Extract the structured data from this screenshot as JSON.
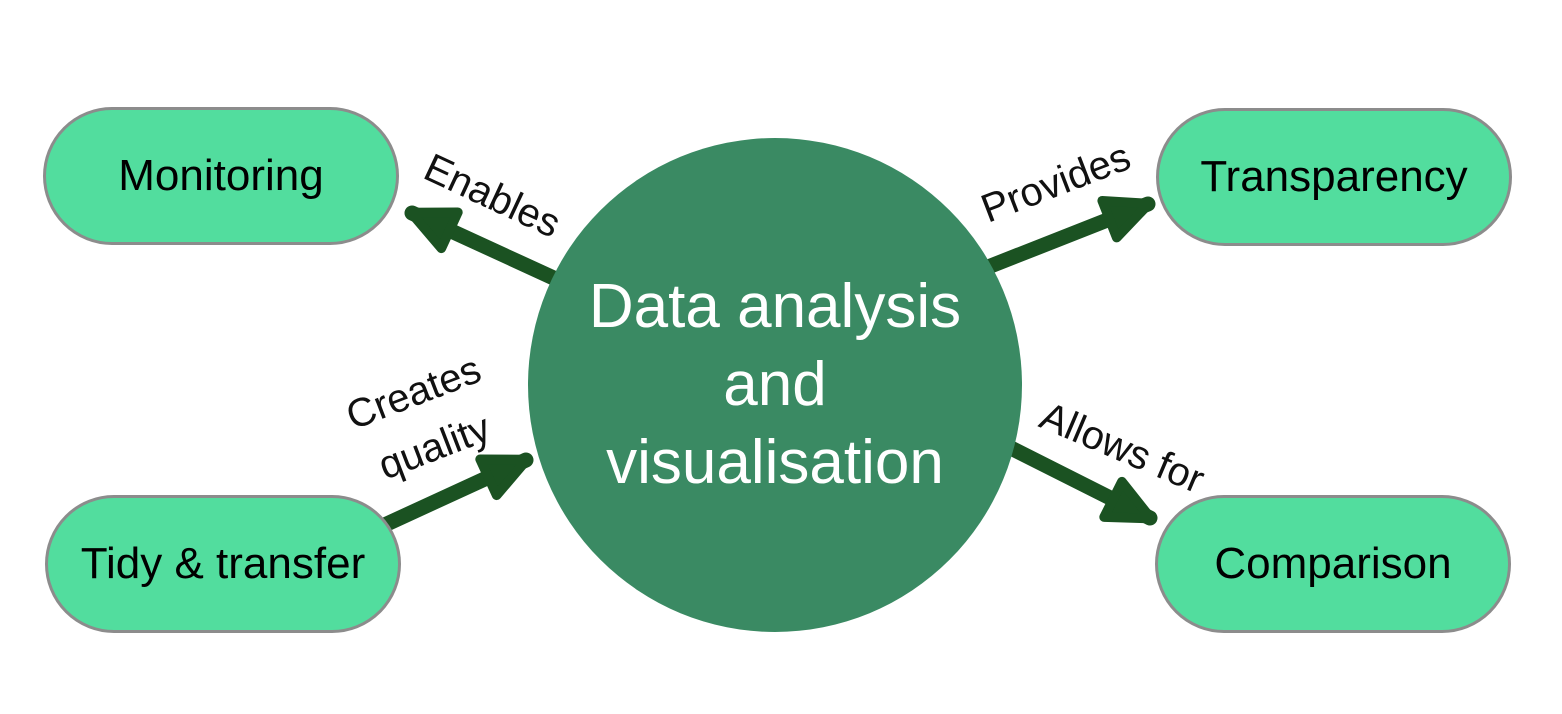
{
  "diagram": {
    "center": {
      "label": "Data analysis and visualisation",
      "label_lines": [
        "Data analysis",
        "and",
        "visualisation"
      ]
    },
    "nodes": [
      {
        "id": "monitoring",
        "label": "Monitoring",
        "position": "top-left"
      },
      {
        "id": "transparency",
        "label": "Transparency",
        "position": "top-right"
      },
      {
        "id": "tidy-transfer",
        "label": "Tidy & transfer",
        "position": "bottom-left"
      },
      {
        "id": "comparison",
        "label": "Comparison",
        "position": "bottom-right"
      }
    ],
    "edges": [
      {
        "from": "center",
        "to": "monitoring",
        "label": "Enables"
      },
      {
        "from": "center",
        "to": "transparency",
        "label": "Provides"
      },
      {
        "from": "tidy-transfer",
        "to": "center",
        "label": "Creates quality",
        "label_lines": [
          "Creates",
          "quality"
        ]
      },
      {
        "from": "center",
        "to": "comparison",
        "label": "Allows for"
      }
    ],
    "colors": {
      "background": "#ffffff",
      "center_fill": "#3a8a63",
      "center_text": "#ffffff",
      "node_fill": "#52dd9e",
      "node_border": "#8c8c8c",
      "node_text": "#000000",
      "arrow": "#1b5222",
      "edge_label_text": "#111111"
    }
  }
}
